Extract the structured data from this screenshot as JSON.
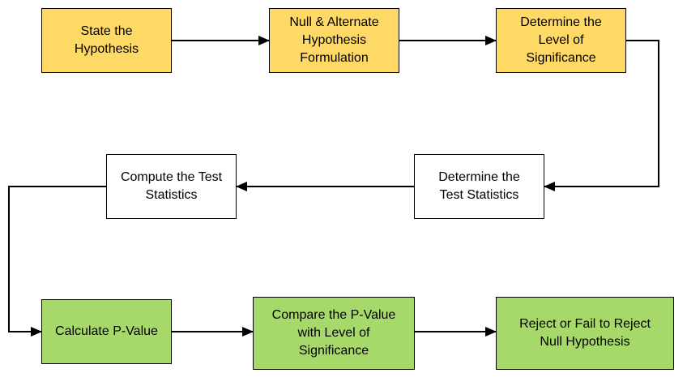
{
  "colors": {
    "yellow": "#FFD966",
    "white": "#FFFFFF",
    "green": "#A6D96A",
    "stroke": "#000000"
  },
  "nodes": [
    {
      "id": "state-hypothesis",
      "label": "State the\nHypothesis",
      "fill": "yellow"
    },
    {
      "id": "null-alternate",
      "label": "Null & Alternate\nHypothesis\nFormulation",
      "fill": "yellow"
    },
    {
      "id": "level-significance",
      "label": "Determine the\nLevel of\nSignificance",
      "fill": "yellow"
    },
    {
      "id": "compute-test-statistics",
      "label": "Compute the Test\nStatistics",
      "fill": "white"
    },
    {
      "id": "determine-test-statistics",
      "label": "Determine the\nTest Statistics",
      "fill": "white"
    },
    {
      "id": "calculate-p-value",
      "label": "Calculate P-Value",
      "fill": "green"
    },
    {
      "id": "compare-p-value",
      "label": "Compare the P-Value\nwith Level of\nSignificance",
      "fill": "green"
    },
    {
      "id": "reject-or-fail",
      "label": "Reject or Fail to Reject\nNull Hypothesis",
      "fill": "green"
    }
  ],
  "edges": [
    {
      "from": "state-hypothesis",
      "to": "null-alternate"
    },
    {
      "from": "null-alternate",
      "to": "level-significance"
    },
    {
      "from": "level-significance",
      "to": "determine-test-statistics"
    },
    {
      "from": "determine-test-statistics",
      "to": "compute-test-statistics"
    },
    {
      "from": "compute-test-statistics",
      "to": "calculate-p-value"
    },
    {
      "from": "calculate-p-value",
      "to": "compare-p-value"
    },
    {
      "from": "compare-p-value",
      "to": "reject-or-fail"
    }
  ]
}
